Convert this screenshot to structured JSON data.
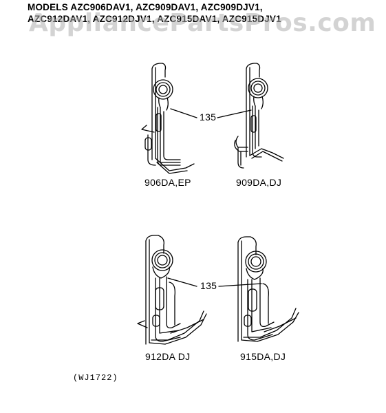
{
  "header": {
    "line1": "MODELS AZC906DAV1, AZC909DAV1, AZC909DJV1,",
    "line2": "AZC912DAV1, AZC912DJV1, AZC915DAV1, AZC915DJV1"
  },
  "watermark": "AppliancePartsPros.com",
  "callouts": {
    "top": "135",
    "bottom": "135"
  },
  "variants": [
    {
      "label": "906DA,EP"
    },
    {
      "label": "909DA,DJ"
    },
    {
      "label": "912DA DJ"
    },
    {
      "label": "915DA,DJ"
    }
  ],
  "drawing_code": "(WJ1722)"
}
